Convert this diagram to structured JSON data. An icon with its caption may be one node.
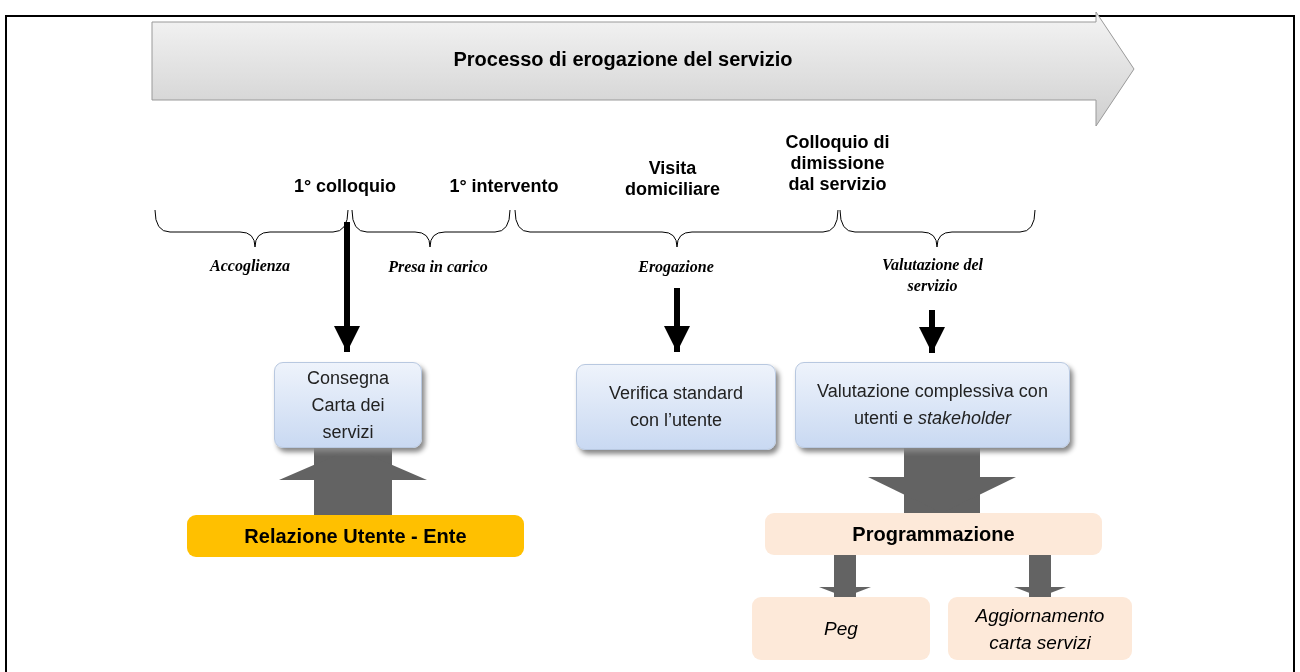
{
  "diagram": {
    "nodes": [
      {
        "text": [
          "Processo di erogazione del servizio"
        ]
      },
      {
        "text": [
          "1° colloquio"
        ]
      },
      {
        "text": [
          "Erogazione"
        ]
      },
      {
        "text": [
          "Valutazione del servizio"
        ]
      },
      {
        "text": [
          "Consegna Carta dei servizi"
        ]
      },
      {
        "text": [
          "Verifica standard con l’utente"
        ]
      },
      {
        "text": [
          "Valutazione complessiva con utenti e *stakeholder*"
        ]
      },
      {
        "text": [
          "Relazione Utente - Ente"
        ]
      },
      {
        "text": [
          "Programmazione"
        ]
      },
      {
        "text": [
          "Peg"
        ]
      },
      {
        "text": [
          "Aggiornamento carta servizi"
        ]
      }
    ],
    "edges": [
      {
        "from": 1,
        "to": 4,
        "arrow": "to",
        "color": "#000000"
      },
      {
        "from": 2,
        "to": 5,
        "arrow": "to",
        "color": "#000000"
      },
      {
        "from": 3,
        "to": 6,
        "arrow": "to",
        "color": "#000000"
      },
      {
        "from": 7,
        "to": 4,
        "arrow": "to",
        "style": "thick"
      },
      {
        "from": 6,
        "to": 8,
        "arrow": "to",
        "style": "thick"
      },
      {
        "from": 8,
        "to": 9,
        "arrow": "to",
        "color": "#636363"
      },
      {
        "from": 8,
        "to": 10,
        "arrow": "to",
        "color": "#636363"
      }
    ],
    "labels": [
      "1° intervento",
      "Visita domiciliare",
      "Colloquio di dimissione dal servizio",
      "Accoglienza",
      "Presa in carico"
    ]
  }
}
